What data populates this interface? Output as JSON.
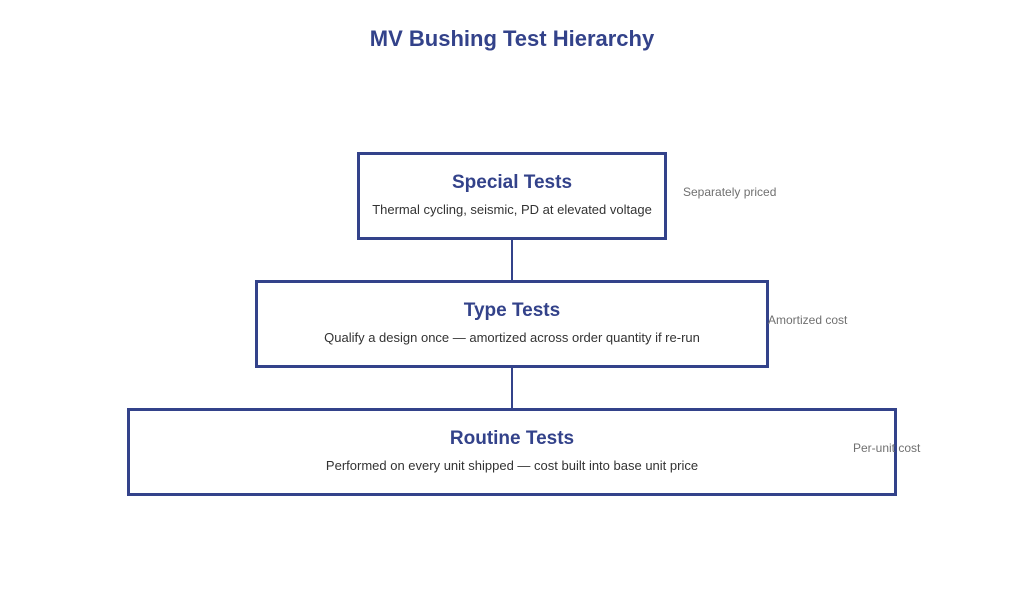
{
  "title": "MV Bushing Test Hierarchy",
  "colors": {
    "accent": "#33428a",
    "text": "#333333",
    "note": "#707070",
    "background": "#ffffff"
  },
  "tiers": [
    {
      "name": "Special Tests",
      "description": "Thermal cycling, seismic, PD at elevated voltage",
      "cost_note": "Separately priced"
    },
    {
      "name": "Type Tests",
      "description": "Qualify a design once — amortized across order quantity if re-run",
      "cost_note": "Amortized cost"
    },
    {
      "name": "Routine Tests",
      "description": "Performed on every unit shipped — cost built into base unit price",
      "cost_note": "Per-unit cost"
    }
  ]
}
